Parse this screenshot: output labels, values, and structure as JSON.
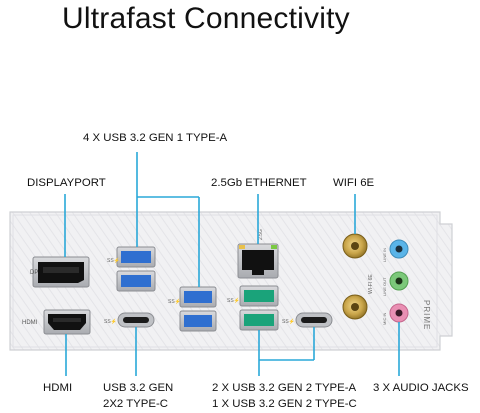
{
  "title": "Ultrafast Connectivity",
  "labels": {
    "usb_gen1_typea": "4 X USB 3.2 GEN 1 TYPE-A",
    "displayport": "DISPLAYPORT",
    "ethernet": "2.5Gb ETHERNET",
    "wifi": "WIFI 6E",
    "hdmi": "HDMI",
    "usb_gen2x2_line1": "USB 3.2 GEN",
    "usb_gen2x2_line2": "2X2 TYPE-C",
    "usb_gen2_line1": "2 X USB 3.2 GEN 2 TYPE-A",
    "usb_gen2_line2": "1 X USB 3.2 GEN 2 TYPE-C",
    "audio": "3 X AUDIO JACKS"
  },
  "panel": {
    "silk_dp": "DP",
    "silk_hdmi": "HDMI",
    "silk_ss1": "SS⚡",
    "silk_ss2": "SS⚡",
    "silk_ss3": "SS⚡",
    "silk_ss4": "SS⚡",
    "silk_ss5": "SS⚡",
    "silk_25g": "2.5G",
    "silk_wifi": "WI-FI 6E",
    "silk_line_in": "LINE IN",
    "silk_line_out": "LINE OUT",
    "silk_mic_in": "MIC IN",
    "silk_prime": "PRIME"
  },
  "colors": {
    "callout": "#2aa8d8",
    "usb_gen1": "#2f6fd0",
    "usb_gen2": "#1aa37a",
    "audio_blue": "#5ab4e8",
    "audio_green": "#7cc87a",
    "audio_pink": "#e98fb3"
  }
}
